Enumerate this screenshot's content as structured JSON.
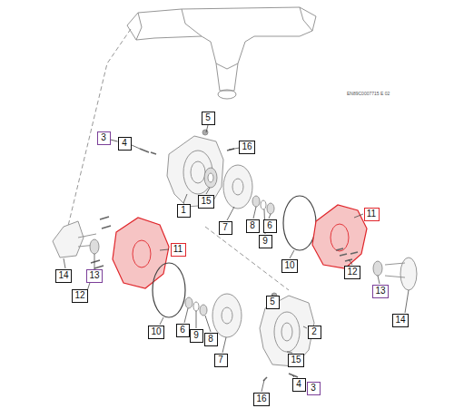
{
  "diagram": {
    "nodes": [
      {
        "text": [
          "5"
        ]
      },
      {
        "text": [
          "3"
        ]
      },
      {
        "text": [
          "4"
        ]
      },
      {
        "text": [
          "16"
        ]
      },
      {
        "text": [
          "11"
        ]
      },
      {
        "text": [
          "15"
        ]
      },
      {
        "text": [
          "1"
        ]
      },
      {
        "text": [
          "7"
        ]
      },
      {
        "text": [
          "8"
        ]
      },
      {
        "text": [
          "6"
        ]
      },
      {
        "text": [
          "9"
        ]
      },
      {
        "text": [
          "10"
        ]
      },
      {
        "text": [
          "11"
        ]
      },
      {
        "text": [
          "14"
        ]
      },
      {
        "text": [
          "13"
        ]
      },
      {
        "text": [
          "12"
        ]
      },
      {
        "text": [
          "13"
        ]
      },
      {
        "text": [
          "12"
        ]
      },
      {
        "text": [
          "5"
        ]
      },
      {
        "text": [
          "14"
        ]
      },
      {
        "text": [
          "2"
        ]
      },
      {
        "text": [
          "10"
        ]
      },
      {
        "text": [
          "6"
        ]
      },
      {
        "text": [
          "9"
        ]
      },
      {
        "text": [
          "8"
        ]
      },
      {
        "text": [
          "7"
        ]
      },
      {
        "text": [
          "15"
        ]
      },
      {
        "text": [
          "4"
        ]
      },
      {
        "text": [
          "3"
        ]
      },
      {
        "text": [
          "16"
        ]
      }
    ],
    "edges": [
      {
        "from": 1,
        "to": 2,
        "arrow": "none"
      }
    ],
    "labels": [
      "EN89C0007715 E 02"
    ]
  }
}
